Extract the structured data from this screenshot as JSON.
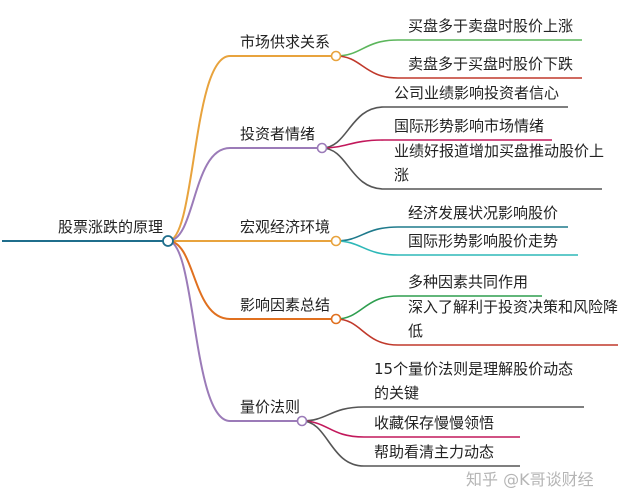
{
  "mindmap": {
    "root": "股票涨跌的原理",
    "branches": [
      {
        "label": "市场供求关系",
        "color": "#E8A33D",
        "children": [
          {
            "label": "买盘多于卖盘时股价上涨",
            "color": "#5CB65C"
          },
          {
            "label": "卖盘多于买盘时股价下跌",
            "color": "#C0392B"
          }
        ]
      },
      {
        "label": "投资者情绪",
        "color": "#9B7BB8",
        "children": [
          {
            "label": "公司业绩影响投资者信心",
            "color": "#555555"
          },
          {
            "label": "国际形势影响市场情绪",
            "color": "#C2185B"
          },
          {
            "label": "业绩好报道增加买盘推动股价上涨",
            "color": "#555555"
          }
        ]
      },
      {
        "label": "宏观经济环境",
        "color": "#E8A33D",
        "children": [
          {
            "label": "经济发展状况影响股价",
            "color": "#1F7A8C"
          },
          {
            "label": "国际形势影响股价走势",
            "color": "#2EB8B8"
          }
        ]
      },
      {
        "label": "影响因素总结",
        "color": "#E0701F",
        "children": [
          {
            "label": "多种因素共同作用",
            "color": "#2E9E4F"
          },
          {
            "label": "深入了解利于投资决策和风险降低",
            "color": "#C0392B"
          }
        ]
      },
      {
        "label": "量价法则",
        "color": "#9B7BB8",
        "children": [
          {
            "label": "15个量价法则是理解股价动态的关键",
            "color": "#555555"
          },
          {
            "label": "收藏保存慢慢领悟",
            "color": "#C2185B"
          },
          {
            "label": "帮助看清主力动态",
            "color": "#555555"
          }
        ]
      }
    ]
  },
  "watermark": "知乎 @K哥谈财经"
}
